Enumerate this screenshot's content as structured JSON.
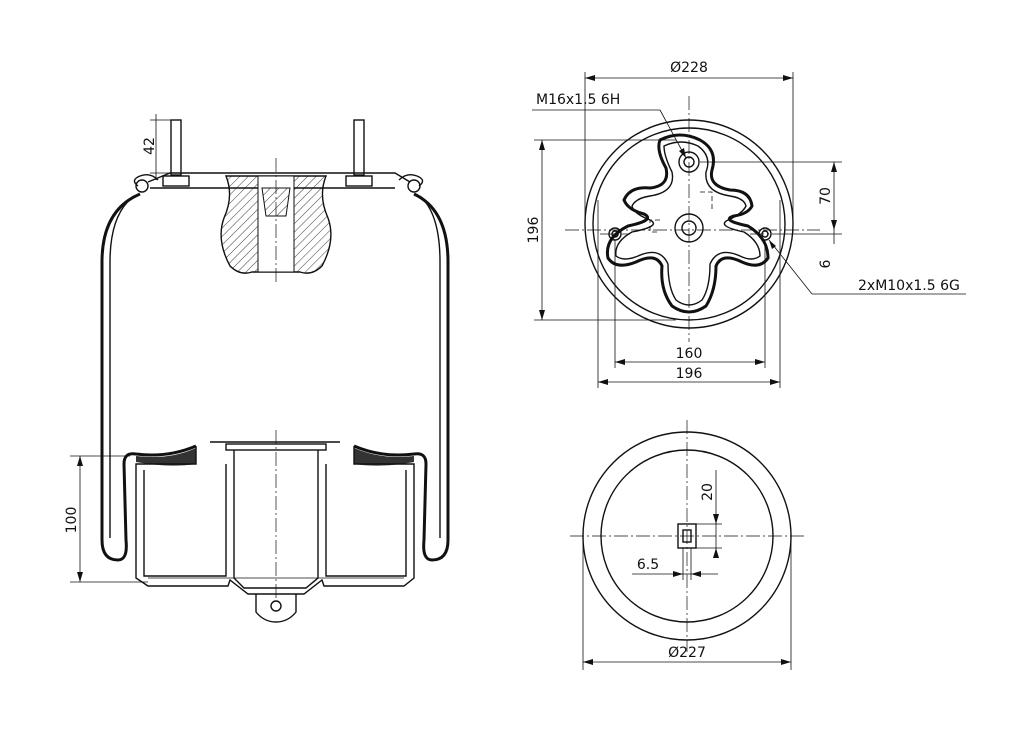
{
  "dimensions": {
    "height_stud": "42",
    "height_bottom": "100",
    "top_diameter": "Ø228",
    "thread_center": "M16x1.5 6H",
    "height_plate": "196",
    "offset_70": "70",
    "offset_6": "6",
    "thread_side": "2xM10x1.5 6G",
    "width_160": "160",
    "width_196": "196",
    "bottom_20": "20",
    "bottom_6_5": "6.5",
    "bottom_diameter": "Ø227"
  }
}
